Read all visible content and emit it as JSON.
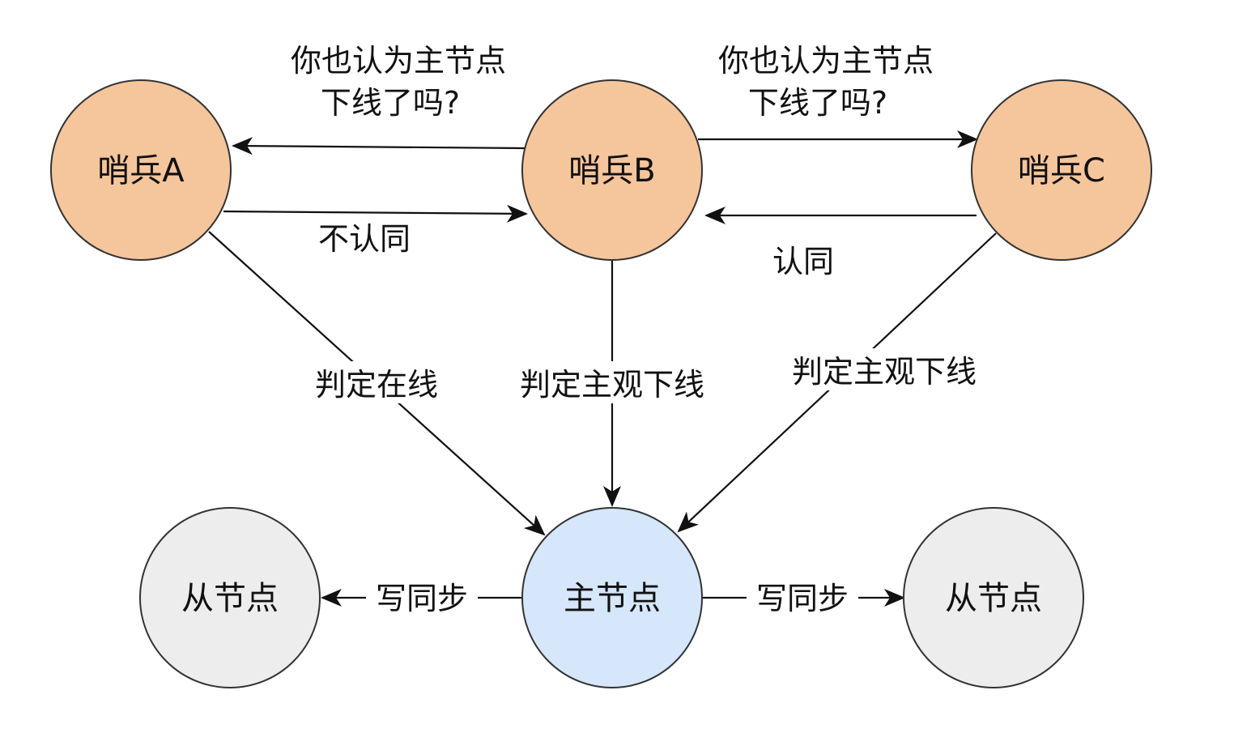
{
  "nodes": {
    "sentinel_a": {
      "label": "哨兵A",
      "color": "#f5c59c"
    },
    "sentinel_b": {
      "label": "哨兵B",
      "color": "#f5c59c"
    },
    "sentinel_c": {
      "label": "哨兵C",
      "color": "#f5c59c"
    },
    "master": {
      "label": "主节点",
      "color": "#d6e6fb"
    },
    "replica_left": {
      "label": "从节点",
      "color": "#ededed"
    },
    "replica_right": {
      "label": "从节点",
      "color": "#ededed"
    }
  },
  "edges": {
    "b_to_a_query": {
      "line1": "你也认为主节点",
      "line2": "下线了吗?"
    },
    "b_to_c_query": {
      "line1": "你也认为主节点",
      "line2": "下线了吗?"
    },
    "a_to_b_reply": {
      "label": "不认同"
    },
    "c_to_b_reply": {
      "label": "认同"
    },
    "a_to_master": {
      "label": "判定在线"
    },
    "b_to_master": {
      "label": "判定主观下线"
    },
    "c_to_master": {
      "label": "判定主观下线"
    },
    "master_to_left_replica": {
      "label": "写同步"
    },
    "master_to_right_replica": {
      "label": "写同步"
    }
  }
}
